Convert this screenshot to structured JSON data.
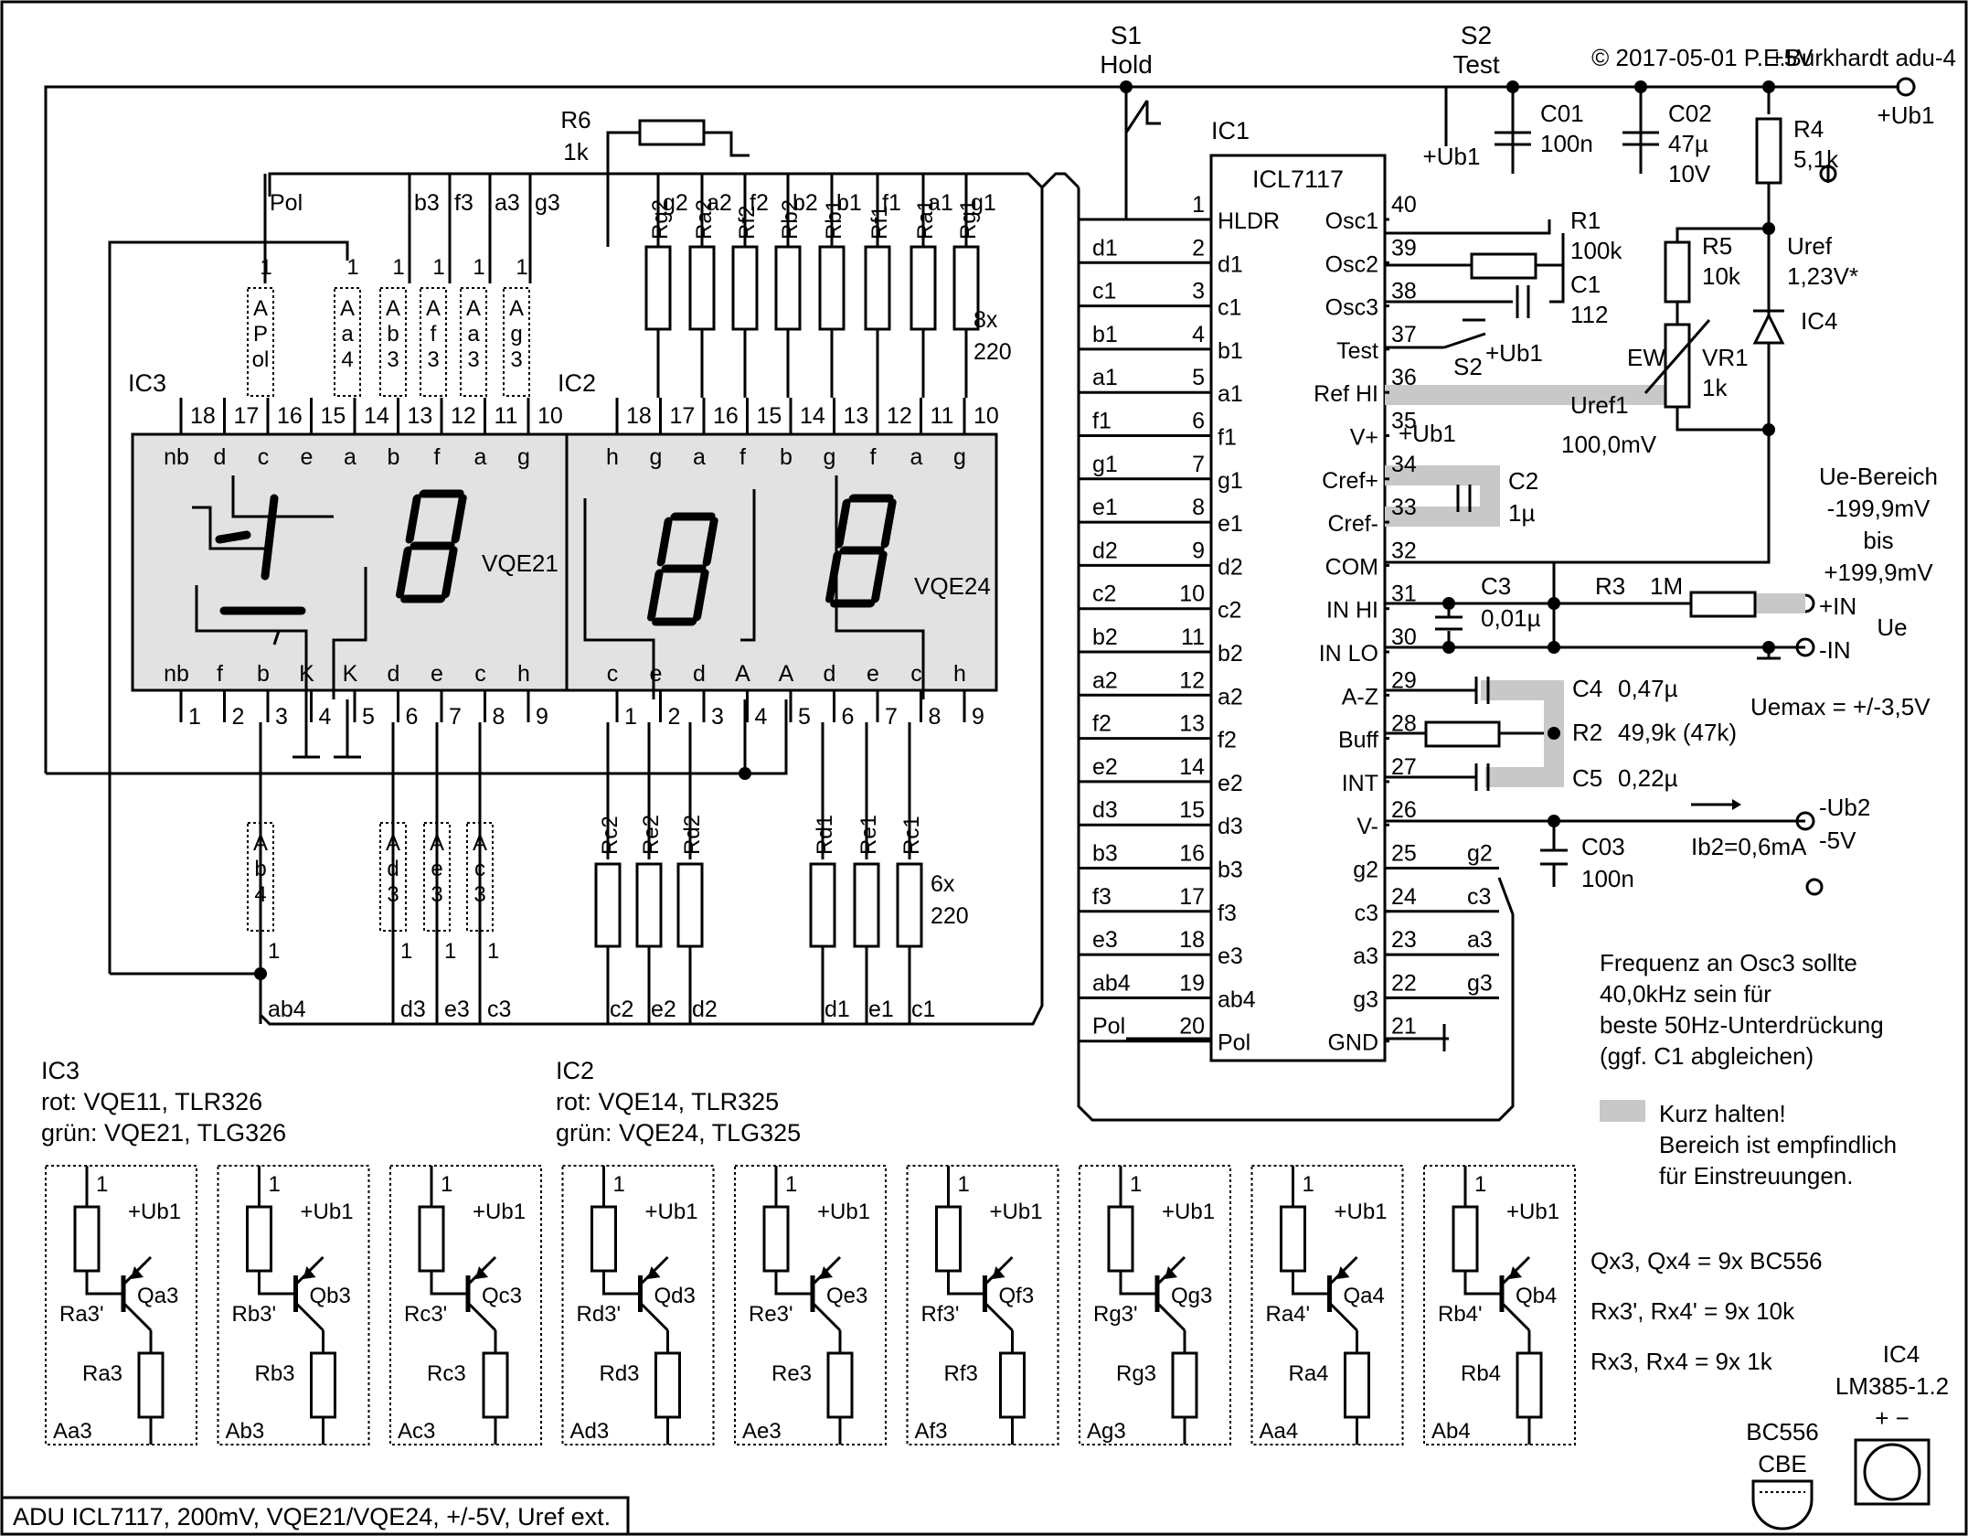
{
  "title_block": {
    "copyright": "© 2017-05-01 P.E.Burkhardt  adu-4",
    "caption": "ADU ICL7117, 200mV, VQE21/VQE24, +/-5V, Uref ext."
  },
  "switches": {
    "s1_name": "S1",
    "s1_label": "Hold",
    "s2_name": "S2",
    "s2_label": "Test",
    "s2_inner": "S2"
  },
  "ic1": {
    "ref": "IC1",
    "part": "ICL7117",
    "left_pins": [
      {
        "num": "1",
        "name": "HLDR",
        "net": ""
      },
      {
        "num": "2",
        "name": "d1",
        "net": "d1"
      },
      {
        "num": "3",
        "name": "c1",
        "net": "c1"
      },
      {
        "num": "4",
        "name": "b1",
        "net": "b1"
      },
      {
        "num": "5",
        "name": "a1",
        "net": "a1"
      },
      {
        "num": "6",
        "name": "f1",
        "net": "f1"
      },
      {
        "num": "7",
        "name": "g1",
        "net": "g1"
      },
      {
        "num": "8",
        "name": "e1",
        "net": "e1"
      },
      {
        "num": "9",
        "name": "d2",
        "net": "d2"
      },
      {
        "num": "10",
        "name": "c2",
        "net": "c2"
      },
      {
        "num": "11",
        "name": "b2",
        "net": "b2"
      },
      {
        "num": "12",
        "name": "a2",
        "net": "a2"
      },
      {
        "num": "13",
        "name": "f2",
        "net": "f2"
      },
      {
        "num": "14",
        "name": "e2",
        "net": "e2"
      },
      {
        "num": "15",
        "name": "d3",
        "net": "d3"
      },
      {
        "num": "16",
        "name": "b3",
        "net": "b3"
      },
      {
        "num": "17",
        "name": "f3",
        "net": "f3"
      },
      {
        "num": "18",
        "name": "e3",
        "net": "e3"
      },
      {
        "num": "19",
        "name": "ab4",
        "net": "ab4"
      },
      {
        "num": "20",
        "name": "Pol",
        "net": "Pol"
      }
    ],
    "right_pins": [
      {
        "num": "40",
        "name": "Osc1",
        "net": ""
      },
      {
        "num": "39",
        "name": "Osc2",
        "net": ""
      },
      {
        "num": "38",
        "name": "Osc3",
        "net": ""
      },
      {
        "num": "37",
        "name": "Test",
        "net": ""
      },
      {
        "num": "36",
        "name": "Ref HI",
        "net": ""
      },
      {
        "num": "35",
        "name": "V+",
        "net": ""
      },
      {
        "num": "34",
        "name": "Cref+",
        "net": ""
      },
      {
        "num": "33",
        "name": "Cref-",
        "net": ""
      },
      {
        "num": "32",
        "name": "COM",
        "net": ""
      },
      {
        "num": "31",
        "name": "IN HI",
        "net": ""
      },
      {
        "num": "30",
        "name": "IN LO",
        "net": ""
      },
      {
        "num": "29",
        "name": "A-Z",
        "net": ""
      },
      {
        "num": "28",
        "name": "Buff",
        "net": ""
      },
      {
        "num": "27",
        "name": "INT",
        "net": ""
      },
      {
        "num": "26",
        "name": "V-",
        "net": ""
      },
      {
        "num": "25",
        "name": "g2",
        "net": "g2"
      },
      {
        "num": "24",
        "name": "c3",
        "net": "c3"
      },
      {
        "num": "23",
        "name": "a3",
        "net": "a3"
      },
      {
        "num": "22",
        "name": "g3",
        "net": "g3"
      },
      {
        "num": "21",
        "name": "GND",
        "net": ""
      }
    ]
  },
  "components": {
    "r1": [
      "R1",
      "100k"
    ],
    "c1": [
      "C1",
      "112"
    ],
    "c2": [
      "C2",
      "1µ"
    ],
    "c3": [
      "C3",
      "0,01µ"
    ],
    "r3": [
      "R3",
      "1M"
    ],
    "c4": [
      "C4",
      "0,47µ"
    ],
    "r2": [
      "R2",
      "49,9k (47k)"
    ],
    "c5": [
      "C5",
      "0,22µ"
    ],
    "c01": [
      "C01",
      "100n"
    ],
    "c02": [
      "C02",
      "47µ",
      "10V"
    ],
    "r4": [
      "R4",
      "5,1k"
    ],
    "r5": [
      "R5",
      "10k"
    ],
    "vr1": [
      "VR1",
      "1k"
    ],
    "ic4": "IC4",
    "uref": [
      "Uref",
      "1,23V*"
    ],
    "ew": "EW",
    "uref1": [
      "Uref1",
      "100,0mV"
    ],
    "c03": [
      "C03",
      "100n"
    ],
    "r6": [
      "R6",
      "1k"
    ]
  },
  "nets": {
    "ub1": "+Ub1",
    "v5": "+5V",
    "in_pos": "+IN",
    "in_neg": "-IN",
    "ue": "Ue",
    "ub2": "-Ub2",
    "v_neg5": "-5V",
    "ib2": "Ib2=0,6mA"
  },
  "ranges": {
    "title": "Ue-Bereich",
    "lo": "-199,9mV",
    "bis": "bis",
    "hi": "+199,9mV",
    "uemax": "Uemax = +/-3,5V"
  },
  "displays": {
    "ic3_ref": "IC3",
    "ic2_ref": "IC2",
    "vqe21": "VQE21",
    "vqe24": "VQE24",
    "ic3_top_nums": [
      "18",
      "17",
      "16",
      "15",
      "14",
      "13",
      "12",
      "11",
      "10"
    ],
    "ic3_top_names": [
      "nb",
      "d",
      "c",
      "e",
      "a",
      "b",
      "f",
      "a",
      "g"
    ],
    "ic3_bot_names": [
      "nb",
      "f",
      "b",
      "K",
      "K",
      "d",
      "e",
      "c",
      "h"
    ],
    "ic2_top_names": [
      "h",
      "g",
      "a",
      "f",
      "b",
      "g",
      "f",
      "a",
      "g"
    ],
    "ic2_bot_names": [
      "c",
      "e",
      "d",
      "A",
      "A",
      "d",
      "e",
      "c",
      "h"
    ],
    "bot_nums": [
      "1",
      "2",
      "3",
      "4",
      "5",
      "6",
      "7",
      "8",
      "9"
    ],
    "ic3_top_wires": [
      "Pol",
      "b3",
      "f3",
      "a3",
      "g3"
    ],
    "ic2_top_wires": [
      "g2",
      "a2",
      "f2",
      "b2",
      "b1",
      "f1",
      "a1",
      "g1"
    ],
    "ic3_bot_wires": [
      "ab4",
      "d3",
      "e3",
      "c3"
    ],
    "ic2_bot_wires": [
      "c2",
      "e2",
      "d2",
      "d1",
      "e1",
      "c1"
    ],
    "top_res": [
      "Rg2",
      "Ra2",
      "Rf2",
      "Rb2",
      "Rb1",
      "Rf1",
      "Ra1",
      "Rg1"
    ],
    "top_res_note": [
      "8x",
      "220"
    ],
    "bot_res": [
      "Rc2",
      "Re2",
      "Rd2",
      "Rd1",
      "Re1",
      "Rc1"
    ],
    "bot_res_note": [
      "6x",
      "220"
    ],
    "amp_top": [
      [
        "A",
        "P",
        "ol"
      ],
      [
        "A",
        "a",
        "4"
      ],
      [
        "A",
        "b",
        "3"
      ],
      [
        "A",
        "f",
        "3"
      ],
      [
        "A",
        "a",
        "3"
      ],
      [
        "A",
        "g",
        "3"
      ]
    ],
    "amp_bot": [
      [
        "A",
        "b",
        "4"
      ],
      [
        "A",
        "d",
        "3"
      ],
      [
        "A",
        "e",
        "3"
      ],
      [
        "A",
        "c",
        "3"
      ]
    ],
    "pin1": "1"
  },
  "notes": {
    "ic3": [
      "IC3",
      "rot: VQE11, TLR326",
      "grün: VQE21, TLG326"
    ],
    "ic2": [
      "IC2",
      "rot: VQE14, TLR325",
      "grün: VQE24, TLG325"
    ],
    "freq": [
      "Frequenz an Osc3 sollte",
      "40,0kHz sein für",
      "beste 50Hz-Unterdrückung",
      "(ggf. C1 abgleichen)"
    ],
    "legend": [
      "Kurz halten!",
      "Bereich ist empfindlich",
      "für Einstreuungen."
    ],
    "parts": [
      "Qx3, Qx4 = 9x BC556",
      "Rx3', Rx4' = 9x 10k",
      "Rx3, Rx4 = 9x 1k"
    ],
    "ic4_pkg": [
      "IC4",
      "LM385-1.2"
    ],
    "bc556": [
      "BC556",
      "CBE"
    ],
    "pm": "+ −"
  },
  "drivers": [
    {
      "pin": "1",
      "ub": "+Ub1",
      "q": "Qa3",
      "rb": "Ra3'",
      "r": "Ra3",
      "name": "Aa3"
    },
    {
      "pin": "1",
      "ub": "+Ub1",
      "q": "Qb3",
      "rb": "Rb3'",
      "r": "Rb3",
      "name": "Ab3"
    },
    {
      "pin": "1",
      "ub": "+Ub1",
      "q": "Qc3",
      "rb": "Rc3'",
      "r": "Rc3",
      "name": "Ac3"
    },
    {
      "pin": "1",
      "ub": "+Ub1",
      "q": "Qd3",
      "rb": "Rd3'",
      "r": "Rd3",
      "name": "Ad3"
    },
    {
      "pin": "1",
      "ub": "+Ub1",
      "q": "Qe3",
      "rb": "Re3'",
      "r": "Re3",
      "name": "Ae3"
    },
    {
      "pin": "1",
      "ub": "+Ub1",
      "q": "Qf3",
      "rb": "Rf3'",
      "r": "Rf3",
      "name": "Af3"
    },
    {
      "pin": "1",
      "ub": "+Ub1",
      "q": "Qg3",
      "rb": "Rg3'",
      "r": "Rg3",
      "name": "Ag3"
    },
    {
      "pin": "1",
      "ub": "+Ub1",
      "q": "Qa4",
      "rb": "Ra4'",
      "r": "Ra4",
      "name": "Aa4"
    },
    {
      "pin": "1",
      "ub": "+Ub1",
      "q": "Qb4",
      "rb": "Rb4'",
      "r": "Rb4",
      "name": "Ab4"
    }
  ]
}
